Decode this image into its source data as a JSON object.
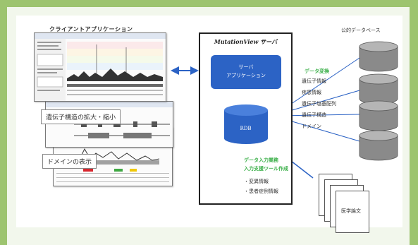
{
  "client": {
    "title": "クライアントアプリケーション",
    "caption_gene_structure": "遺伝子構造の拡大・縮小",
    "caption_domain": "ドメインの表示"
  },
  "server": {
    "title": "MutationView サーバ",
    "app_line1": "サーバ",
    "app_line2": "アプリケーション",
    "db_label": "RDB"
  },
  "public_db": {
    "title": "公的データベース",
    "import_label": "データ変換",
    "items": [
      "遺伝子情報",
      "疾患情報",
      "遺伝子塩基配列",
      "遺伝子構造",
      "ドメイン"
    ]
  },
  "input": {
    "title_line1": "データ入力業務",
    "title_line2": "入力支援ツール作成",
    "items": [
      "・変異情報",
      "・患者症例情報"
    ]
  },
  "paper": {
    "label": "医学論文"
  }
}
